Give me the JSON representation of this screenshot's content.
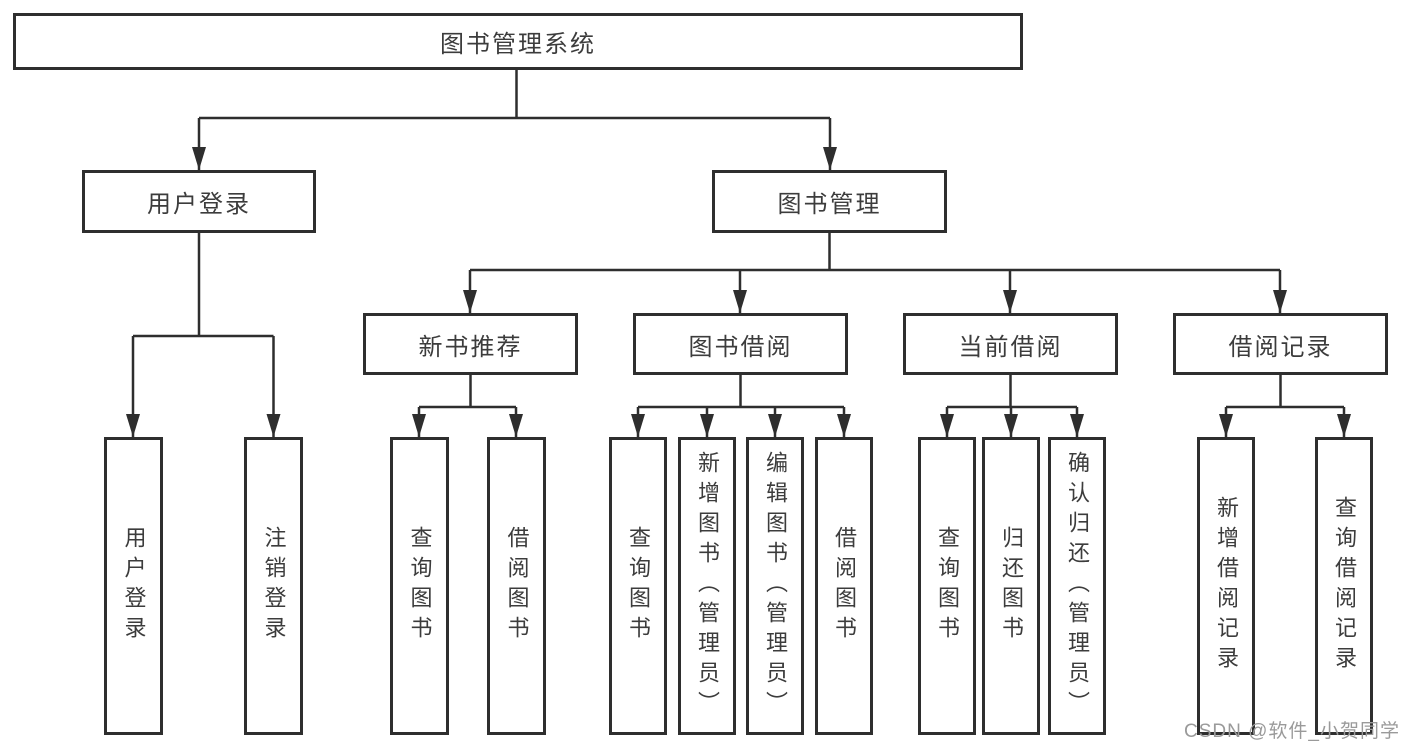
{
  "colors": {
    "line": "#2e2e2e",
    "box_border": "#2e2e2e",
    "text": "#3c3c3c",
    "watermark": "#9a9a9a",
    "background": "#ffffff"
  },
  "watermark": "CSDN @软件_小贺同学",
  "tree": {
    "root": {
      "label": "图书管理系统"
    },
    "branches": [
      {
        "label": "用户登录",
        "children": [
          {
            "label": "用户登录"
          },
          {
            "label": "注销登录"
          }
        ]
      },
      {
        "label": "图书管理",
        "children": [
          {
            "label": "新书推荐",
            "children": [
              {
                "label": "查询图书"
              },
              {
                "label": "借阅图书"
              }
            ]
          },
          {
            "label": "图书借阅",
            "children": [
              {
                "label": "查询图书"
              },
              {
                "label": "新增图书（管理员）"
              },
              {
                "label": "编辑图书（管理员）"
              },
              {
                "label": "借阅图书"
              }
            ]
          },
          {
            "label": "当前借阅",
            "children": [
              {
                "label": "查询图书"
              },
              {
                "label": "归还图书"
              },
              {
                "label": "确认归还（管理员）"
              }
            ]
          },
          {
            "label": "借阅记录",
            "children": [
              {
                "label": "新增借阅记录"
              },
              {
                "label": "查询借阅记录"
              }
            ]
          }
        ]
      }
    ]
  }
}
